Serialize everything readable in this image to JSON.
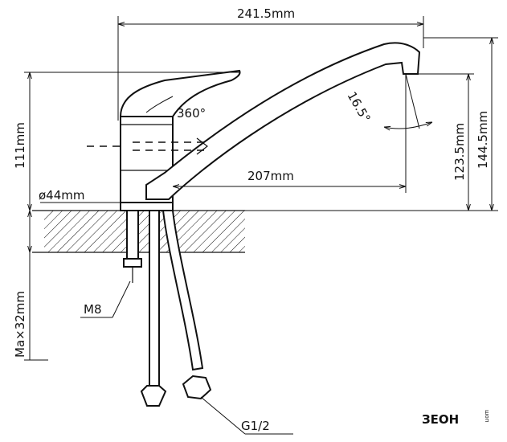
{
  "dimensions": {
    "overall_length": "241.5mm",
    "spout_reach": "207mm",
    "total_height": "144.5mm",
    "spout_height": "123.5mm",
    "body_height": "111mm",
    "base_diameter": "ø44mm",
    "swivel_angle": "360°",
    "spout_angle": "16.5°",
    "max_counter_thickness": "Ma×32mm",
    "stud_thread": "M8",
    "hose_thread": "G1/2"
  },
  "logo": {
    "brand": "ЗЕОН",
    "sub": "шоп"
  }
}
